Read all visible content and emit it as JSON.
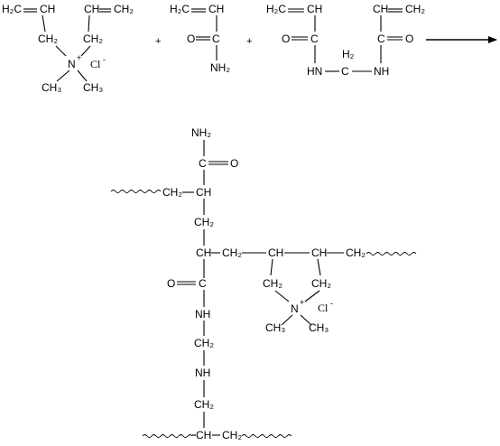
{
  "labels": {
    "H2C": "H₂C",
    "CH": "CH",
    "CH2": "CH₂",
    "O": "O",
    "C": "C",
    "NH2": "NH₂",
    "NH": "NH",
    "HN": "HN",
    "H2": "H₂",
    "N": "N",
    "plus_charge": "+",
    "CH3": "CH₃",
    "Cl": "Cl",
    "minus_charge": "-",
    "plus": "+"
  },
  "colors": {
    "ink": "#000000",
    "background": "#ffffff"
  },
  "reactants": [
    {
      "name": "diallyldimethylammonium chloride"
    },
    {
      "name": "acrylamide"
    },
    {
      "name": "N,N'-methylenebisacrylamide"
    }
  ],
  "product": {
    "name": "crosslinked copolymer"
  }
}
